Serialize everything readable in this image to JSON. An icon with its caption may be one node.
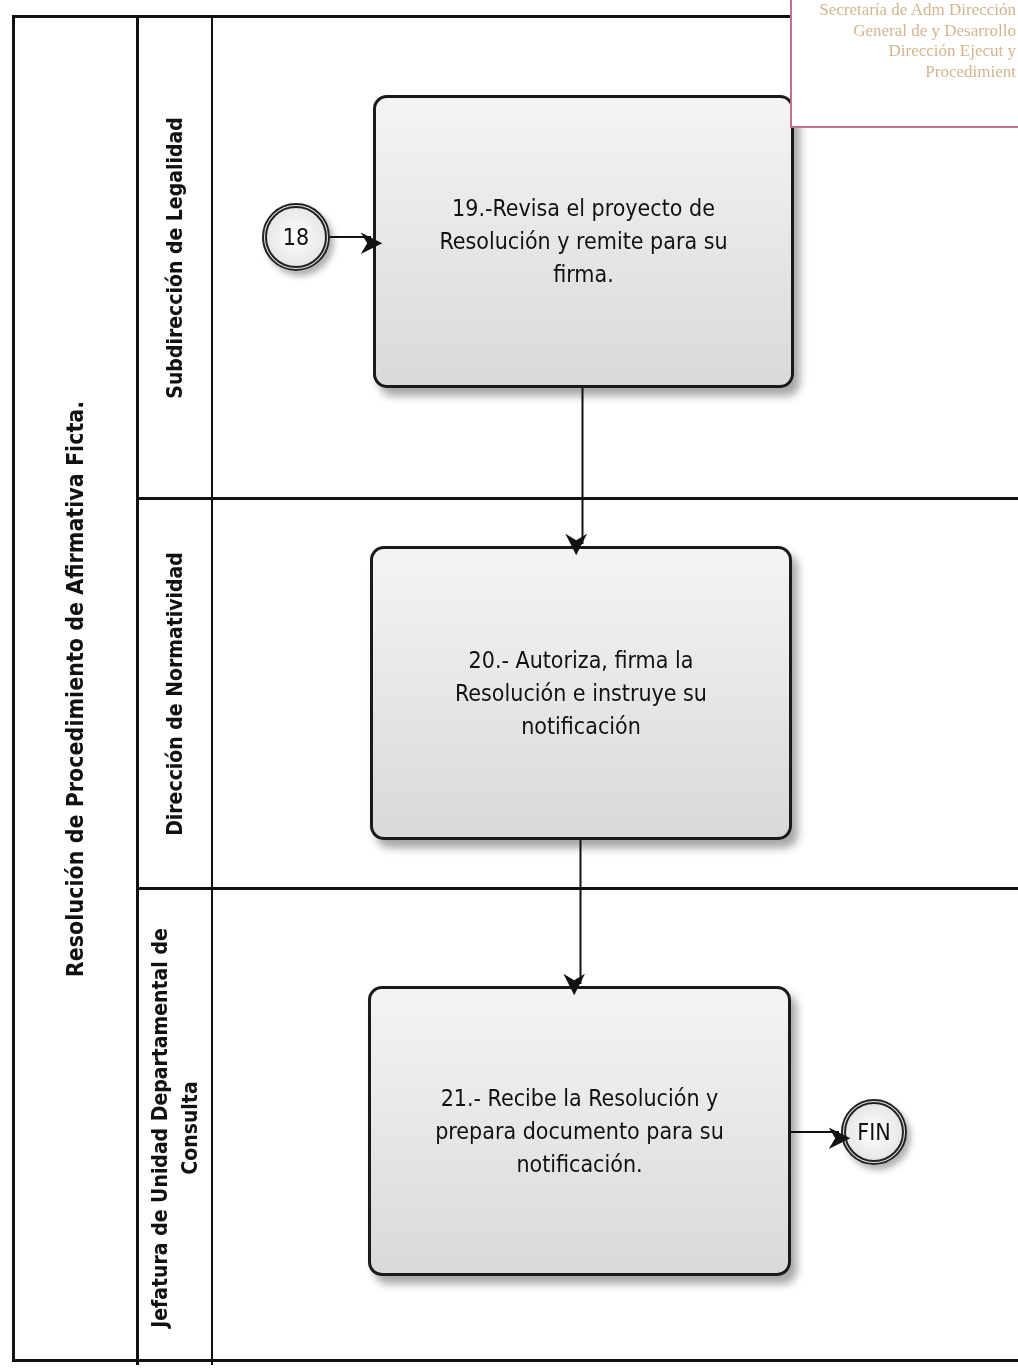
{
  "diagram": {
    "nodes": [
      {
        "text": [
          "Resolución de Procedimiento de Afirmativa Ficta."
        ]
      },
      {
        "text": [
          "Subdirección de Legalidad"
        ],
        "in": 0
      },
      {
        "text": [
          "Dirección de Normatividad"
        ],
        "in": 0
      },
      {
        "text": [
          "Jefatura de Unidad Departamental de Consulta"
        ],
        "in": 0
      },
      {
        "text": [
          "18"
        ],
        "in": 1
      },
      {
        "text": [
          "19.-Revisa el proyecto de Resolución y remite para su firma."
        ],
        "in": 1
      },
      {
        "text": [
          "20.- Autoriza, firma la Resolución e instruye su notificación"
        ],
        "in": 2
      },
      {
        "text": [
          "21.- Recibe la Resolución y prepara documento para su notificación."
        ],
        "in": 3
      },
      {
        "text": [
          "FIN"
        ],
        "in": 3
      }
    ],
    "edges": [
      {
        "from": 4,
        "to": 5,
        "arrow": "to"
      },
      {
        "from": 5,
        "to": 6,
        "arrow": "to"
      },
      {
        "from": 6,
        "to": 7,
        "arrow": "to"
      },
      {
        "from": 7,
        "to": 8,
        "arrow": "to"
      }
    ],
    "labels": [
      "Secretaría de Adm Dirección General de y Desarrollo Dirección Ejecut y Procedimient"
    ]
  }
}
